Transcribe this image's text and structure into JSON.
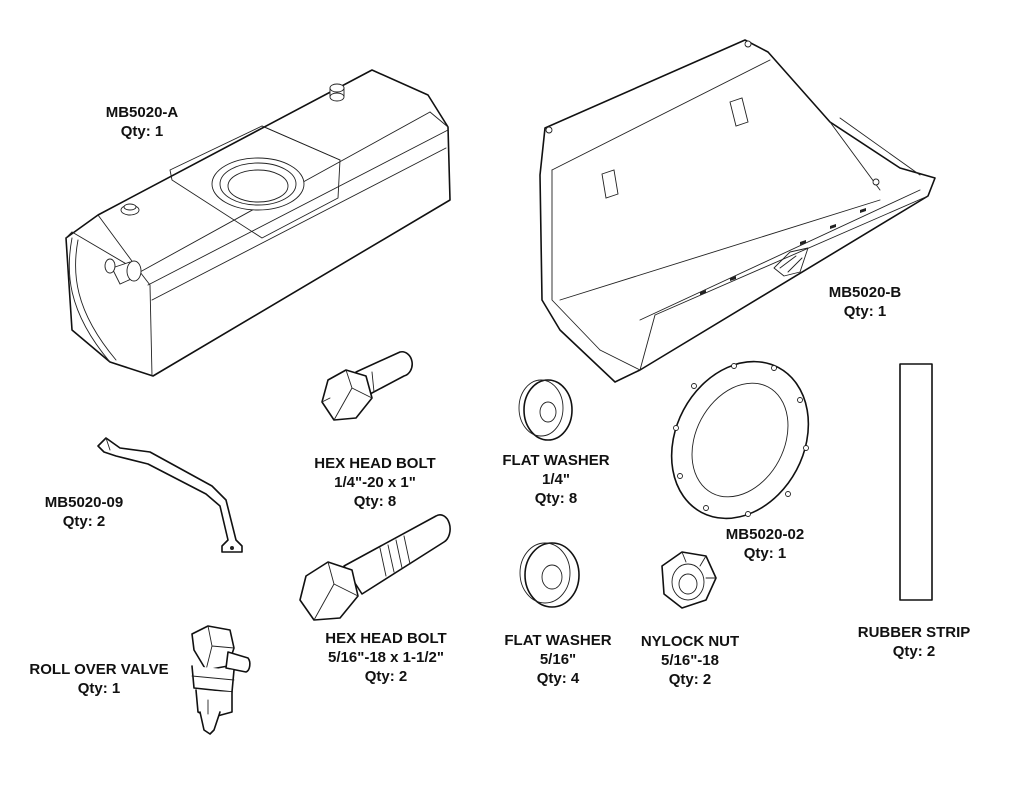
{
  "parts": [
    {
      "id": "tank",
      "name": "MB5020-A",
      "qty": "Qty: 1",
      "icon": "fuel-tank-icon"
    },
    {
      "id": "skid",
      "name": "MB5020-B",
      "qty": "Qty: 1",
      "icon": "skid-plate-icon"
    },
    {
      "id": "bracket",
      "name": "MB5020-09",
      "qty": "Qty: 2",
      "icon": "bracket-icon"
    },
    {
      "id": "bolt1",
      "name": "HEX HEAD BOLT",
      "size": "1/4\"-20 x 1\"",
      "qty": "Qty: 8",
      "icon": "hex-bolt-icon"
    },
    {
      "id": "washer1",
      "name": "FLAT WASHER",
      "size": "1/4\"",
      "qty": "Qty: 8",
      "icon": "flat-washer-icon"
    },
    {
      "id": "gasket",
      "name": "MB5020-02",
      "qty": "Qty: 1",
      "icon": "gasket-ring-icon"
    },
    {
      "id": "strip",
      "name": "RUBBER STRIP",
      "qty": "Qty: 2",
      "icon": "rubber-strip-icon"
    },
    {
      "id": "bolt2",
      "name": "HEX HEAD BOLT",
      "size": "5/16\"-18 x 1-1/2\"",
      "qty": "Qty: 2",
      "icon": "hex-bolt-icon"
    },
    {
      "id": "washer2",
      "name": "FLAT WASHER",
      "size": "5/16\"",
      "qty": "Qty: 4",
      "icon": "flat-washer-icon"
    },
    {
      "id": "nut",
      "name": "NYLOCK NUT",
      "size": "5/16\"-18",
      "qty": "Qty: 2",
      "icon": "nylock-nut-icon"
    },
    {
      "id": "valve",
      "name": "ROLL OVER VALVE",
      "qty": "Qty: 1",
      "icon": "roll-over-valve-icon"
    }
  ]
}
